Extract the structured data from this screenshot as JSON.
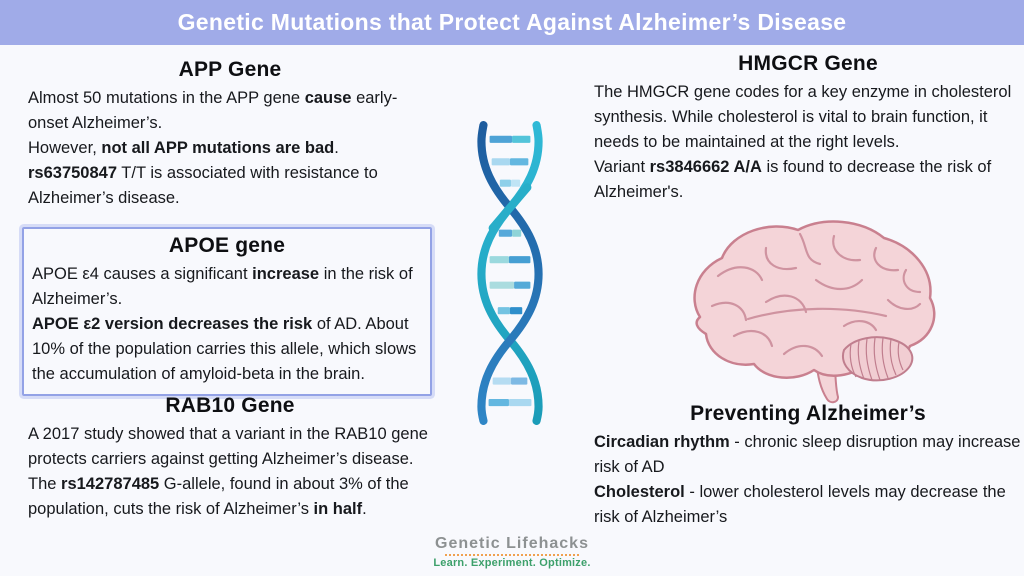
{
  "header": {
    "title": "Genetic Mutations that Protect Against Alzheimer’s Disease"
  },
  "colors": {
    "header_bg": "#a0abe8",
    "page_bg": "#f8f9fd",
    "text": "#17191d",
    "apoe_box_border": "#93a2e6",
    "apoe_box_border_outer": "#d6dcf7",
    "dna_strand_dark_blue": "#2a72b8",
    "dna_strand_teal": "#25b2cf",
    "dna_rung_light_blue": "#a9d8f0",
    "dna_rung_medium_blue": "#57a9da",
    "brain_fill": "#f4d4d8",
    "brain_outline": "#c9808f",
    "logo_gray": "#8d9192",
    "logo_green": "#3da06b",
    "logo_divider_orange": "#f0a14f"
  },
  "illustrations": {
    "dna": "dna-double-helix",
    "brain": "human-brain-side-view"
  },
  "sections": {
    "app": {
      "title": "APP Gene",
      "paragraphs": [
        [
          {
            "t": "Almost 50 mutations in the APP gene "
          },
          {
            "t": "cause",
            "b": true
          },
          {
            "t": " early-onset Alzheimer’s."
          }
        ],
        [
          {
            "t": "However, "
          },
          {
            "t": "not all APP mutations are bad",
            "b": true
          },
          {
            "t": "."
          }
        ],
        [
          {
            "t": "rs63750847",
            "b": true
          },
          {
            "t": " T/T is associated with resistance to Alzheimer’s disease."
          }
        ]
      ]
    },
    "apoe": {
      "title": "APOE gene",
      "paragraphs": [
        [
          {
            "t": "APOE ε4 causes a significant "
          },
          {
            "t": "increase",
            "b": true
          },
          {
            "t": " in the risk of Alzheimer’s."
          }
        ],
        [
          {
            "t": "APOE ε2 version decreases the risk",
            "b": true
          },
          {
            "t": " of AD. About 10% of the population carries this allele, which slows the accumulation of amyloid-beta in the brain."
          }
        ]
      ]
    },
    "rab10": {
      "title": "RAB10 Gene",
      "paragraphs": [
        [
          {
            "t": "A 2017 study showed that a variant in the RAB10 gene protects carriers against getting Alzheimer’s disease. The "
          },
          {
            "t": "rs142787485",
            "b": true
          },
          {
            "t": " G-allele, found in about 3% of the population, cuts the risk of Alzheimer’s "
          },
          {
            "t": "in half",
            "b": true
          },
          {
            "t": "."
          }
        ]
      ]
    },
    "hmgcr": {
      "title": "HMGCR Gene",
      "paragraphs": [
        [
          {
            "t": "The HMGCR gene codes for a key enzyme in cholesterol synthesis. While cholesterol is vital to brain function, it needs to be maintained at the right levels."
          }
        ],
        [
          {
            "t": "Variant "
          },
          {
            "t": "rs3846662 A/A",
            "b": true
          },
          {
            "t": " is found to decrease the risk of Alzheimer's."
          }
        ]
      ]
    },
    "preventing": {
      "title": "Preventing Alzheimer’s",
      "paragraphs": [
        [
          {
            "t": "Circadian rhythm",
            "b": true
          },
          {
            "t": " - chronic sleep disruption may increase risk of AD"
          }
        ],
        [
          {
            "t": "Cholesterol",
            "b": true
          },
          {
            "t": " - lower cholesterol levels may decrease the risk of Alzheimer’s"
          }
        ]
      ]
    }
  },
  "logo": {
    "name": "Genetic Lifehacks",
    "tagline": "Learn. Experiment. Optimize."
  }
}
